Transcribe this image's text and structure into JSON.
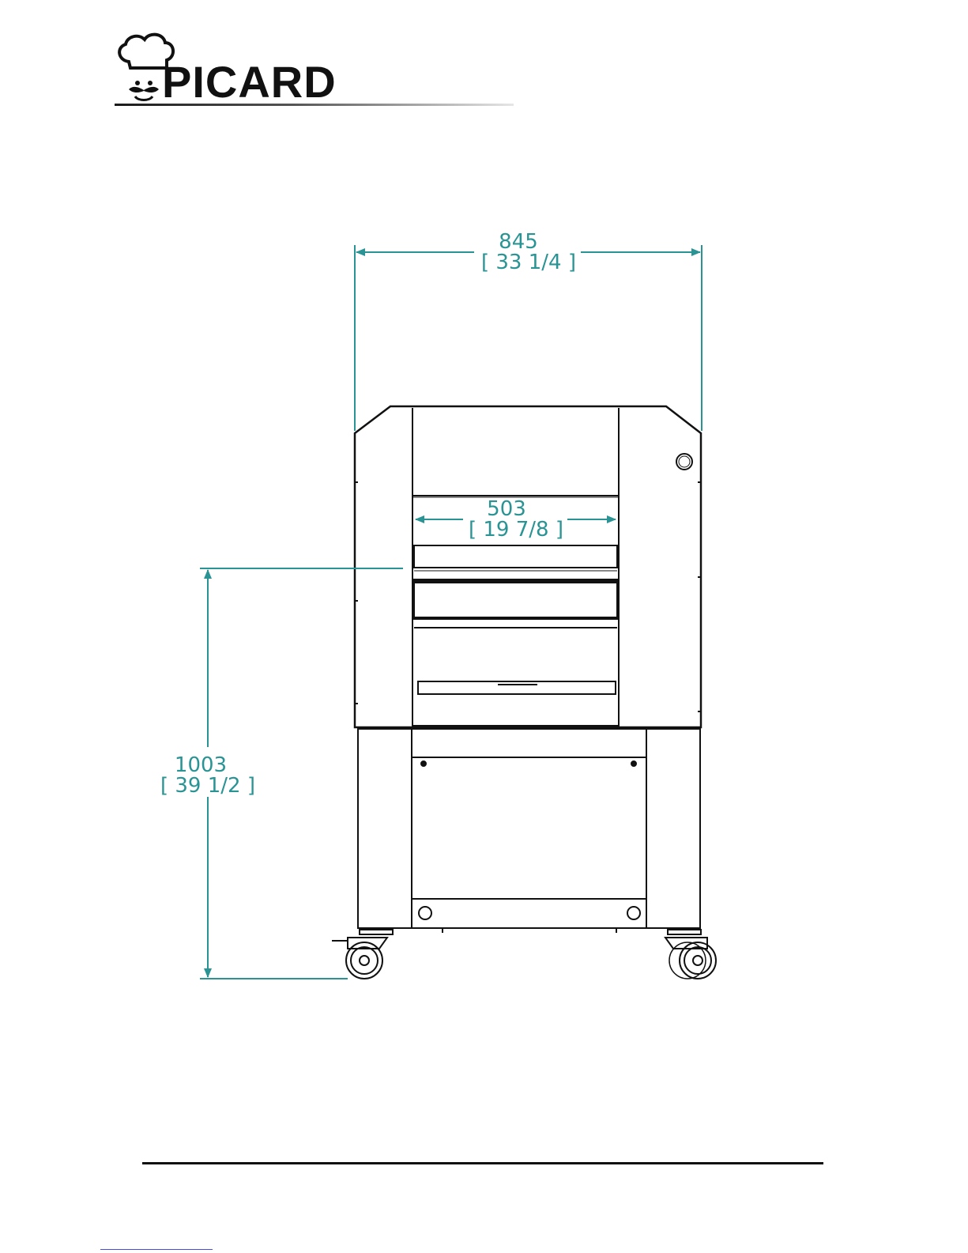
{
  "brand": {
    "name": "PICARD",
    "icon": "chef-hat-mustache-icon"
  },
  "dimensions": {
    "overall_width": {
      "mm": "845",
      "in": "[ 33 1/4 ]"
    },
    "opening_width": {
      "mm": "503",
      "in": "[ 19 7/8 ]"
    },
    "height": {
      "mm": "1003",
      "in": "[ 39 1/2 ]"
    }
  },
  "colors": {
    "dimension": "#2a9494",
    "outline": "#111111"
  }
}
